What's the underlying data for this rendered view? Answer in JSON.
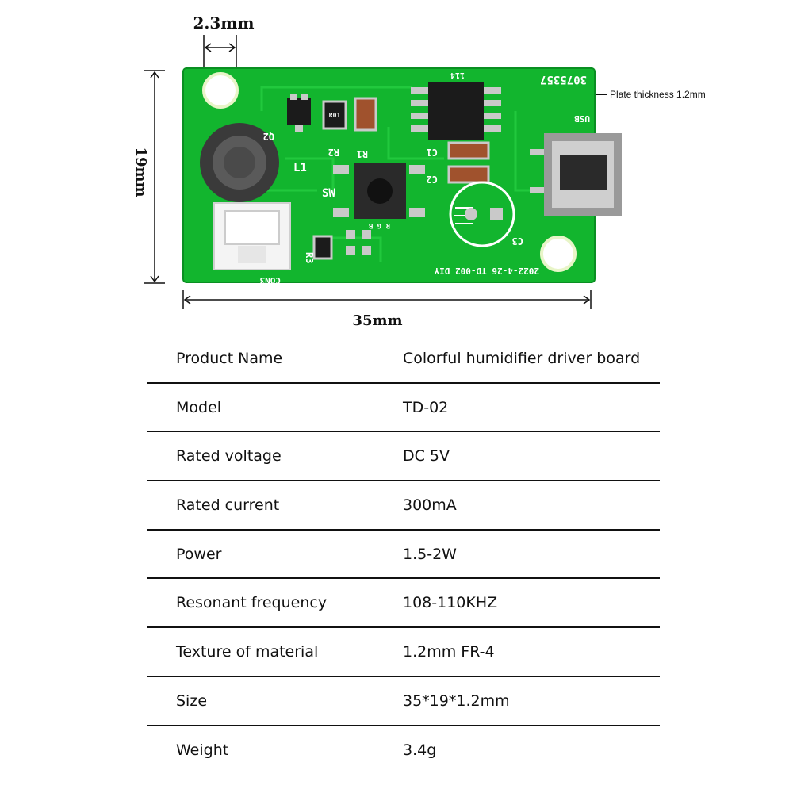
{
  "figure": {
    "dim_top": "2.3mm",
    "dim_left": "19mm",
    "dim_bottom": "35mm",
    "plate_note": "Plate thickness 1.2mm",
    "silkscreen": {
      "code": "3075357",
      "u1": "114",
      "usb": "USB",
      "l1": "L1",
      "q2": "Q2",
      "r1": "R1",
      "r2": "R2",
      "c1": "C1",
      "c2": "C2",
      "c3": "C3",
      "sw": "SW",
      "r3": "R3",
      "con": "CON3",
      "rgb": "R G B",
      "date": "2022-4-26  TD-002  DIY",
      "chip_r": "R01"
    },
    "colors": {
      "pcb": "#12b52e",
      "pcb_edge": "#0a8f22",
      "pad": "#c9c9c9"
    }
  },
  "table": {
    "rows": [
      {
        "label": "Product Name",
        "value": "Colorful humidifier driver board"
      },
      {
        "label": "Model",
        "value": "TD-02"
      },
      {
        "label": "Rated voltage",
        "value": "DC 5V"
      },
      {
        "label": "Rated current",
        "value": "300mA"
      },
      {
        "label": "Power",
        "value": "1.5-2W"
      },
      {
        "label": "Resonant frequency",
        "value": "108-110KHZ"
      },
      {
        "label": "Texture of material",
        "value": "1.2mm FR-4"
      },
      {
        "label": "Size",
        "value": "35*19*1.2mm"
      },
      {
        "label": "Weight",
        "value": "3.4g"
      }
    ]
  }
}
